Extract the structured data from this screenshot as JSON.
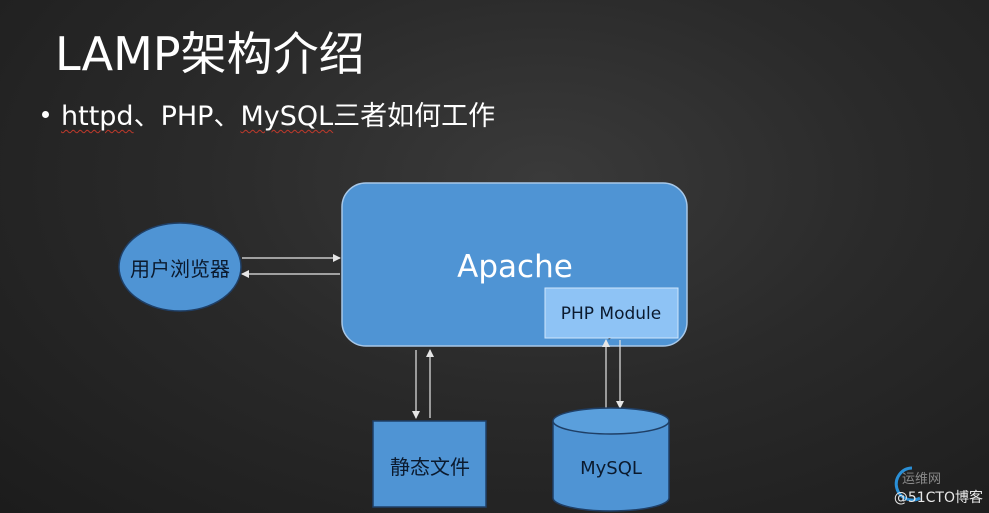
{
  "slide": {
    "title": "LAMP架构介绍",
    "bullet": {
      "part1": "httpd",
      "sep1": "、",
      "part2": "PHP",
      "sep2": "、",
      "part3": "MySQL",
      "part4": "三者如何工作"
    }
  },
  "diagram": {
    "browser_label": "用户浏览器",
    "apache_label": "Apache",
    "php_module_label": "PHP Module",
    "static_files_label": "静态文件",
    "mysql_label": "MySQL",
    "colors": {
      "node_fill": "#4f94d4",
      "php_module_fill": "#8ec3f5",
      "arrow": "#e6e6e6"
    }
  },
  "watermark": {
    "top_text": "运维网",
    "bottom_text": "@51CTO博客"
  }
}
